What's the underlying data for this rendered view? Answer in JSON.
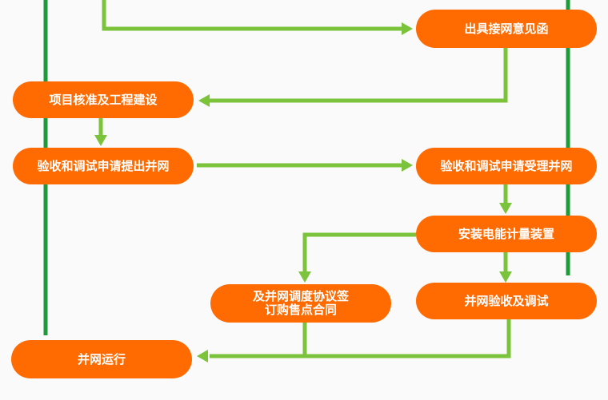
{
  "colors": {
    "node_fill": "#ff6b00",
    "node_text": "#ffffff",
    "arrow": "#7cc33c",
    "lane_line": "#1e9a3a",
    "background": "#fafafa"
  },
  "nodes": {
    "issue_opinion_letter": "出具接网意见函",
    "project_approval": "项目核准及工程建设",
    "apply_acceptance": "验收和调试申请提出并网",
    "accept_application": "验收和调试申请受理并网",
    "install_meter": "安装电能计量装置",
    "sign_agreement": "及并网调度协议签\n订购售点合同",
    "acceptance_test": "并网验收及调试",
    "grid_connection": "并网运行"
  }
}
